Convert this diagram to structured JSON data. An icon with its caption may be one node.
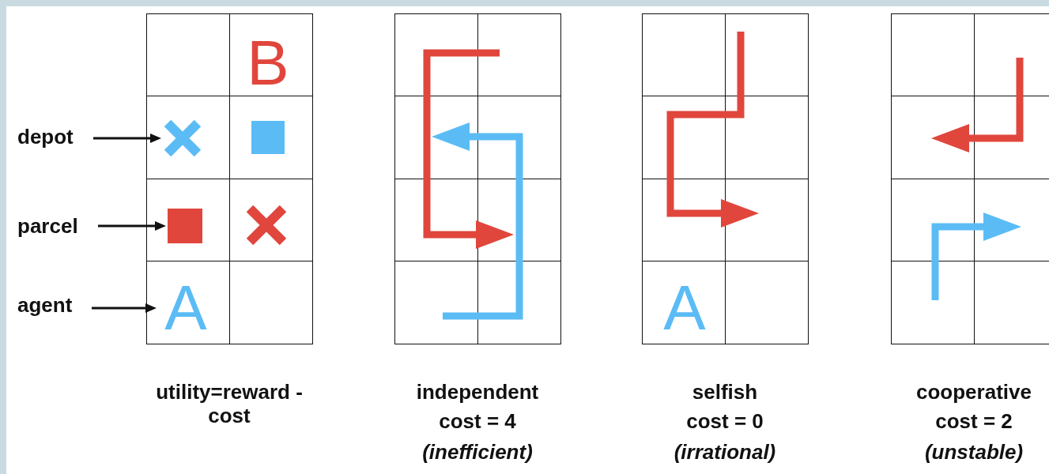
{
  "diagram": {
    "nodes": [
      {
        "text": [
          "depot"
        ]
      },
      {
        "text": [],
        "shape": "cross"
      },
      {
        "text": [
          "parcel"
        ]
      },
      {
        "text": [],
        "shape": "box"
      },
      {
        "text": [
          "agent"
        ]
      },
      {
        "text": [
          "A"
        ]
      }
    ],
    "edges": [
      {
        "from": 0,
        "to": 1,
        "arrow": "to"
      },
      {
        "from": 2,
        "to": 3,
        "arrow": "to"
      },
      {
        "from": 4,
        "to": 5,
        "arrow": "to"
      }
    ],
    "labels": [
      "B",
      "A",
      "utility=reward - cost",
      "independent",
      "cost = 4",
      "(inefficient)",
      "selfish",
      "cost = 0",
      "(irrational)",
      "cooperative",
      "cost = 2",
      "(unstable)"
    ]
  }
}
